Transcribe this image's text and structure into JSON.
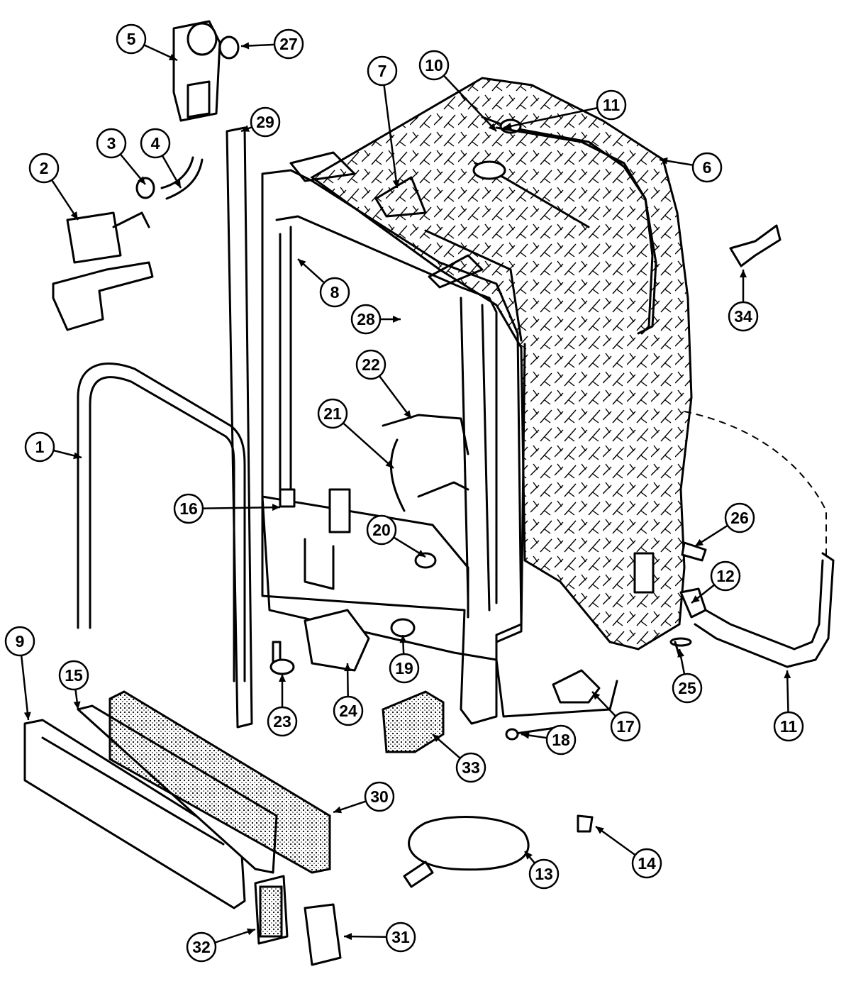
{
  "diagram": {
    "callouts": [
      {
        "id": "c5",
        "label": "5"
      },
      {
        "id": "c27",
        "label": "27"
      },
      {
        "id": "c7",
        "label": "7"
      },
      {
        "id": "c10",
        "label": "10"
      },
      {
        "id": "c11a",
        "label": "11"
      },
      {
        "id": "c29",
        "label": "29"
      },
      {
        "id": "c3",
        "label": "3"
      },
      {
        "id": "c4",
        "label": "4"
      },
      {
        "id": "c6",
        "label": "6"
      },
      {
        "id": "c2",
        "label": "2"
      },
      {
        "id": "c8",
        "label": "8"
      },
      {
        "id": "c34",
        "label": "34"
      },
      {
        "id": "c28",
        "label": "28"
      },
      {
        "id": "c22",
        "label": "22"
      },
      {
        "id": "c21",
        "label": "21"
      },
      {
        "id": "c1",
        "label": "1"
      },
      {
        "id": "c16",
        "label": "16"
      },
      {
        "id": "c26",
        "label": "26"
      },
      {
        "id": "c20",
        "label": "20"
      },
      {
        "id": "c12",
        "label": "12"
      },
      {
        "id": "c9",
        "label": "9"
      },
      {
        "id": "c15",
        "label": "15"
      },
      {
        "id": "c19",
        "label": "19"
      },
      {
        "id": "c25",
        "label": "25"
      },
      {
        "id": "c23",
        "label": "23"
      },
      {
        "id": "c24",
        "label": "24"
      },
      {
        "id": "c17",
        "label": "17"
      },
      {
        "id": "c11b",
        "label": "11"
      },
      {
        "id": "c18",
        "label": "18"
      },
      {
        "id": "c33",
        "label": "33"
      },
      {
        "id": "c30",
        "label": "30"
      },
      {
        "id": "c13",
        "label": "13"
      },
      {
        "id": "c14",
        "label": "14"
      },
      {
        "id": "c31",
        "label": "31"
      },
      {
        "id": "c32",
        "label": "32"
      }
    ]
  }
}
